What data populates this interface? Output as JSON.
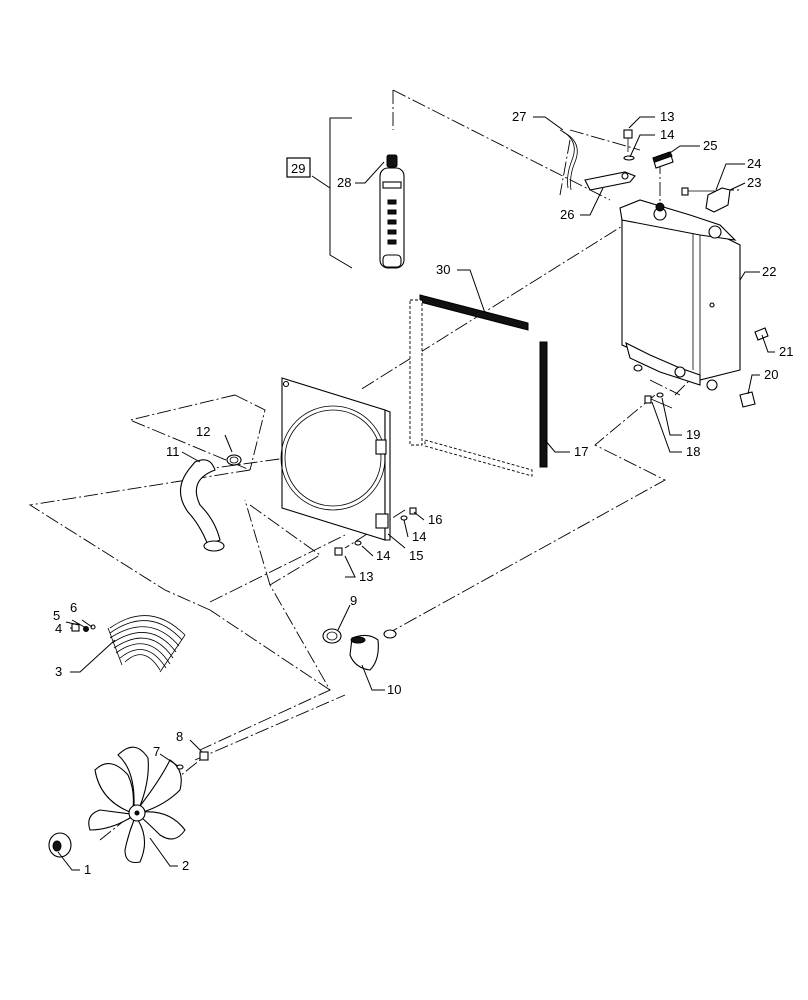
{
  "callouts": {
    "c1": "1",
    "c2": "2",
    "c3": "3",
    "c4": "4",
    "c5": "5",
    "c6": "6",
    "c7": "7",
    "c8": "8",
    "c9": "9",
    "c10": "10",
    "c11": "11",
    "c12": "12",
    "c13a": "13",
    "c13b": "13",
    "c14a": "14",
    "c14b": "14",
    "c14c": "14",
    "c15": "15",
    "c16": "16",
    "c17": "17",
    "c18": "18",
    "c19": "19",
    "c20": "20",
    "c21": "21",
    "c22": "22",
    "c23": "23",
    "c24": "24",
    "c25": "25",
    "c26": "26",
    "c27": "27",
    "c28": "28",
    "c29": "29",
    "c30": "30"
  },
  "icons": {
    "fan": "fan-icon",
    "fan-hub": "hub-spacer-icon",
    "radiator": "radiator-icon",
    "shroud": "fan-shroud-icon",
    "overflow-tank": "coolant-reservoir-icon",
    "hose-upper": "radiator-hose-icon",
    "hose-lower": "elbow-hose-icon",
    "fan-guard": "fan-guard-icon",
    "seal-strip": "seal-strip-icon"
  }
}
